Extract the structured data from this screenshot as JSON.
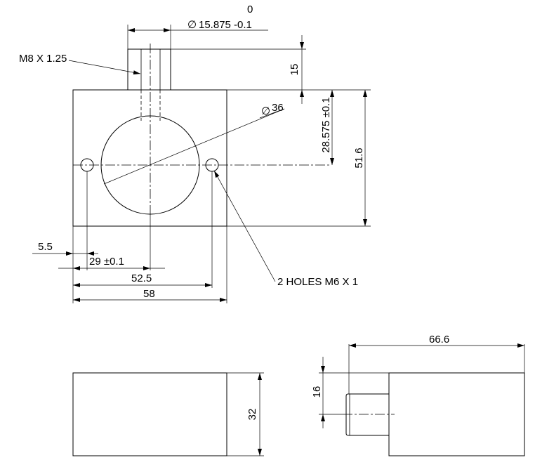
{
  "dimensions": {
    "shaft_tolerance_upper": "0",
    "shaft_diameter": "15.875 -0.1",
    "diameter_symbol": "∅",
    "thread_shaft": "M8 X 1.25",
    "shaft_length": "15",
    "bore_diameter": "36",
    "bore_height": "28.575 ±0.1",
    "block_height": "51.6",
    "hole_edge_offset": "5.5",
    "bore_center_x": "29 ±0.1",
    "hole_spacing": "52.5",
    "block_width": "58",
    "mounting_holes": "2 HOLES M6 X 1",
    "block_depth": "32",
    "overall_length": "66.6",
    "shaft_height": "16"
  }
}
